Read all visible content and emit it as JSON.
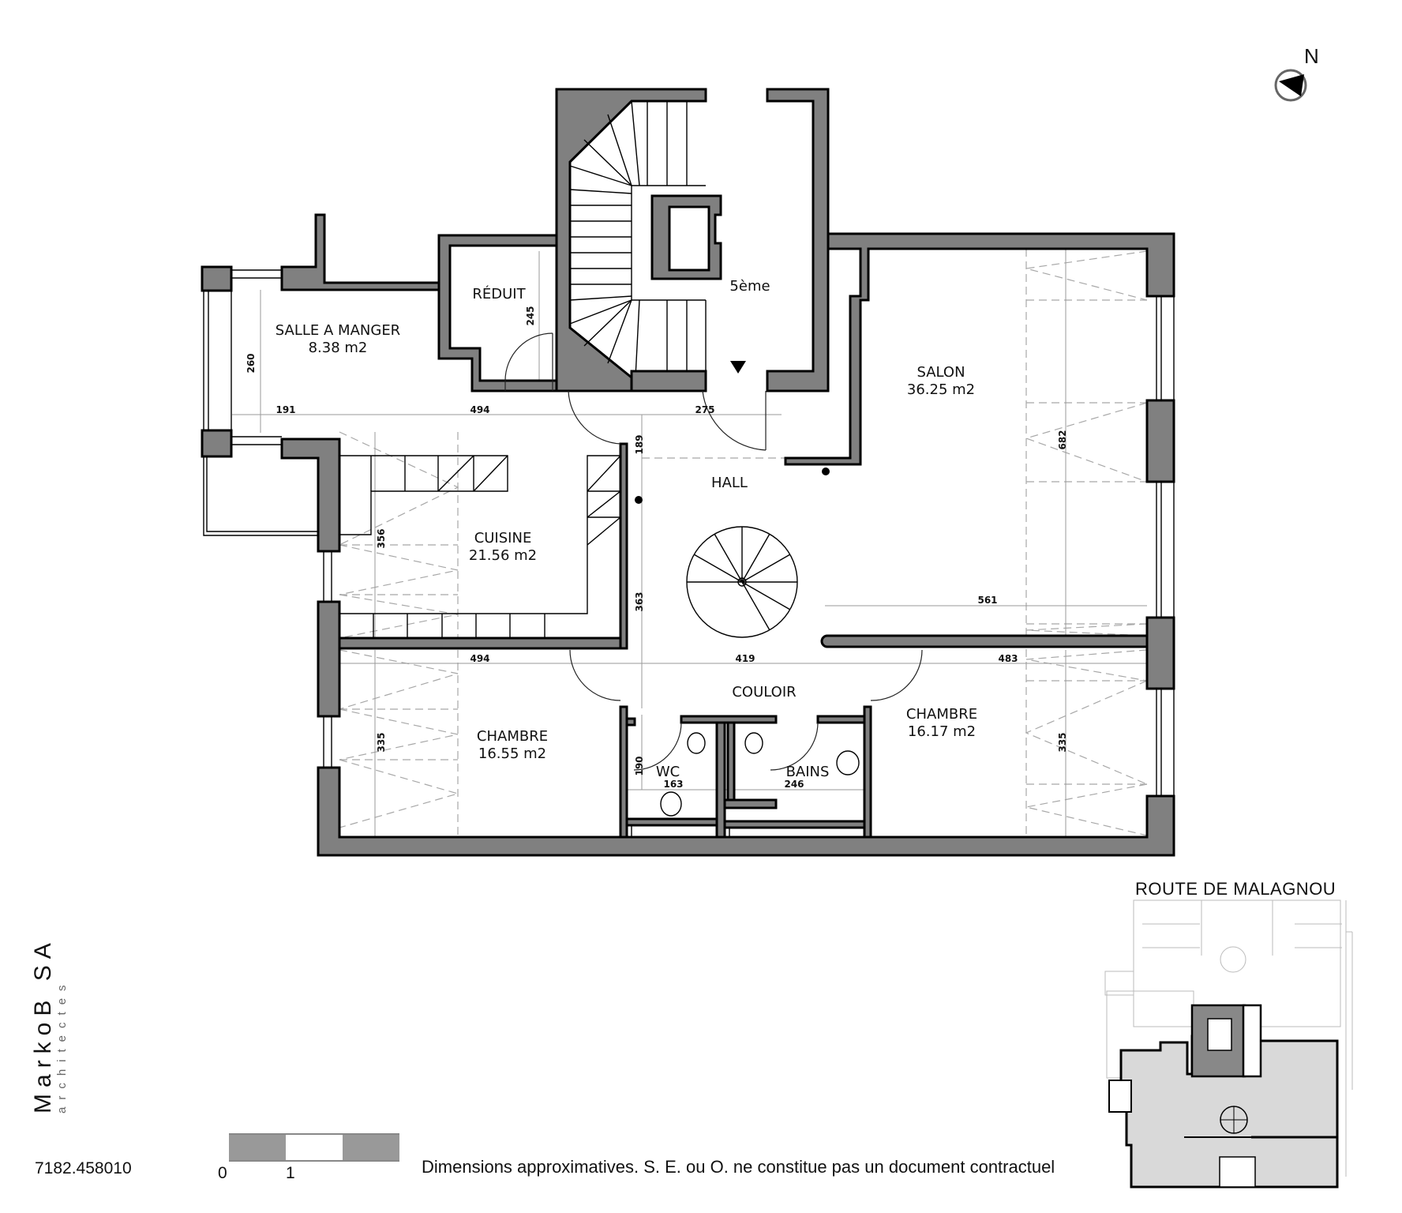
{
  "plan": {
    "level": "5ème",
    "rooms": [
      {
        "name": "SALLE A MANGER",
        "area": "8.38 m2"
      },
      {
        "name": "RÉDUIT",
        "area": ""
      },
      {
        "name": "SALON",
        "area": "36.25 m2"
      },
      {
        "name": "HALL",
        "area": ""
      },
      {
        "name": "CUISINE",
        "area": "21.56 m2"
      },
      {
        "name": "COULOIR",
        "area": ""
      },
      {
        "name": "CHAMBRE",
        "area": "16.55 m2"
      },
      {
        "name": "CHAMBRE",
        "area": "16.17 m2"
      },
      {
        "name": "WC",
        "area": ""
      },
      {
        "name": "BAINS",
        "area": ""
      }
    ],
    "dimensions": {
      "salle_height": "260",
      "salle_width": "191",
      "reduit_height": "245",
      "cuisine_width_top": "494",
      "entry_width": "275",
      "hall_upper": "189",
      "salon_height": "682",
      "cuisine_height": "356",
      "hall_lower": "363",
      "salon_width": "561",
      "chambre_left_width": "494",
      "couloir_width": "419",
      "chambre_right_width": "483",
      "chambre_left_height": "335",
      "chambre_right_height": "335",
      "wc_height": "190",
      "wc_width": "163",
      "bains_width": "246"
    }
  },
  "compass": {
    "label": "N"
  },
  "location_map": {
    "street": "ROUTE DE MALAGNOU"
  },
  "footer": {
    "brand_name": "MarkoB SA",
    "brand_sub": "architectes",
    "reference": "7182.458010",
    "scale_labels": [
      "0",
      "1"
    ],
    "disclaimer": "Dimensions approximatives. S. E. ou O. ne constitue pas un document contractuel"
  },
  "colors": {
    "wall_fill": "#808080",
    "wall_stroke": "#000000",
    "minimap_fill": "#d9d9d9",
    "scale_bar": "#999999"
  }
}
